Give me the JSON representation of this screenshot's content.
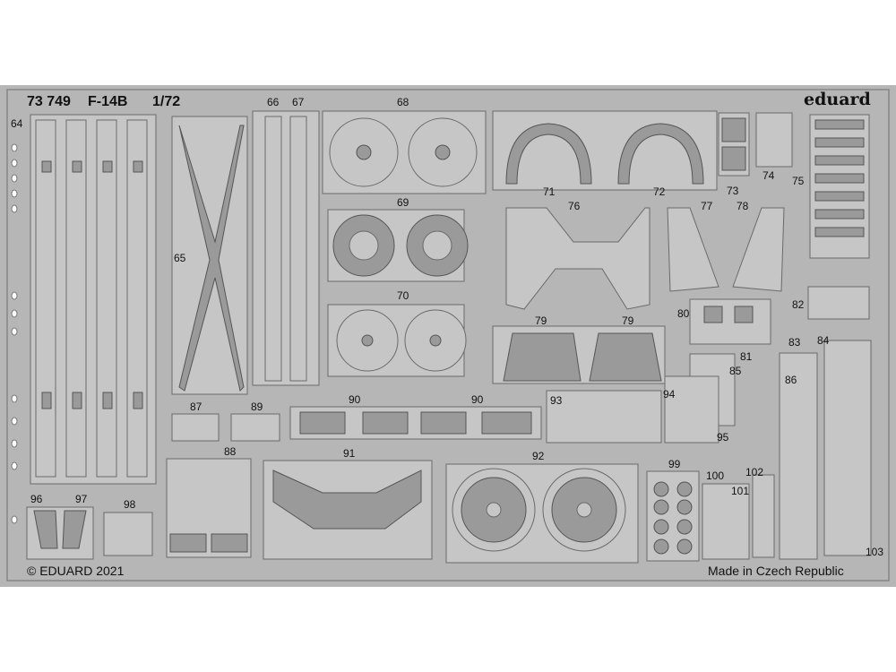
{
  "header": {
    "set_number": "73 749",
    "model": "F-14B",
    "scale": "1/72",
    "brand": "eduard"
  },
  "footer": {
    "copyright": "© EDUARD 2021",
    "origin": "Made in Czech Republic"
  },
  "colors": {
    "fret": "#b6b6b6",
    "part": "#c6c6c6",
    "outline": "#6a6a6a",
    "text": "#111111"
  },
  "part_numbers": {
    "p64": "64",
    "p65": "65",
    "p66": "66",
    "p67": "67",
    "p68": "68",
    "p69": "69",
    "p70": "70",
    "p71": "71",
    "p72": "72",
    "p73": "73",
    "p74": "74",
    "p75": "75",
    "p76": "76",
    "p77": "77",
    "p78": "78",
    "p79a": "79",
    "p79b": "79",
    "p80": "80",
    "p81": "81",
    "p82": "82",
    "p83": "83",
    "p84": "84",
    "p85": "85",
    "p86": "86",
    "p87": "87",
    "p88": "88",
    "p89": "89",
    "p90a": "90",
    "p90b": "90",
    "p91": "91",
    "p92": "92",
    "p93": "93",
    "p94": "94",
    "p95": "95",
    "p96": "96",
    "p97": "97",
    "p98": "98",
    "p99": "99",
    "p100": "100",
    "p101": "101",
    "p102": "102",
    "p103": "103"
  }
}
